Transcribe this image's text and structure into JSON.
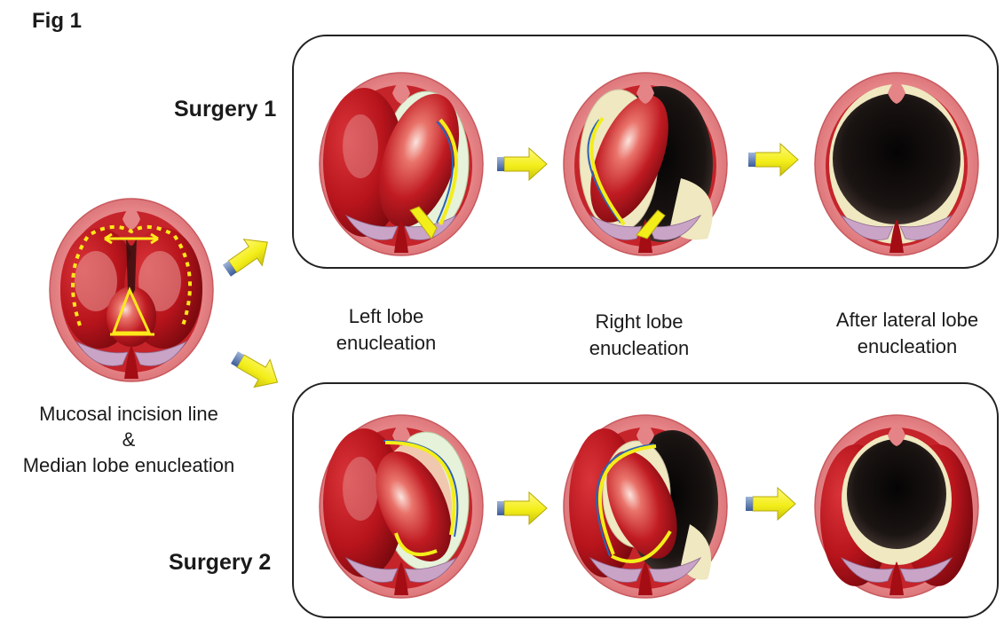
{
  "figure": {
    "title": "Fig 1"
  },
  "rows": [
    {
      "label": "Surgery 1"
    },
    {
      "label": "Surgery 2"
    }
  ],
  "stages": [
    {
      "line1": "Left lobe",
      "line2": "enucleation"
    },
    {
      "line1": "Right lobe",
      "line2": "enucleation"
    },
    {
      "line1": "After lateral lobe",
      "line2": "enucleation"
    }
  ],
  "start": {
    "line1": "Mucosal incision line",
    "line2": "&",
    "line3": "Median lobe enucleation"
  },
  "colors": {
    "mucosa": "#e8858a",
    "lobe": "#b8141c",
    "cavity": "#0d0a0a",
    "capsule": "#efe8c0",
    "arrow": "#f3ee1a",
    "incision": "#ffe81a"
  },
  "icons": [
    "prostate-lobes-illustration",
    "right-arrow-icon",
    "incision-line-icon",
    "enucleation-arrow-icon"
  ]
}
